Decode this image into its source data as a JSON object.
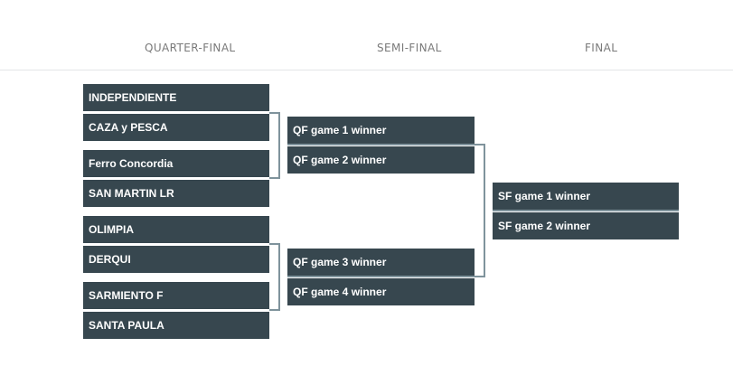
{
  "rounds": {
    "quarter_final": "QUARTER-FINAL",
    "semi_final": "SEMI-FINAL",
    "final": "FINAL"
  },
  "quarter_finals": [
    {
      "top": "INDEPENDIENTE",
      "bottom": "CAZA y PESCA"
    },
    {
      "top": "Ferro Concordia",
      "bottom": "SAN MARTIN LR"
    },
    {
      "top": "OLIMPIA",
      "bottom": "DERQUI"
    },
    {
      "top": "SARMIENTO F",
      "bottom": "SANTA PAULA"
    }
  ],
  "semi_finals": [
    {
      "top": "QF game 1 winner",
      "bottom": "QF game 2 winner"
    },
    {
      "top": "QF game 3 winner",
      "bottom": "QF game 4 winner"
    }
  ],
  "final": {
    "top": "SF game 1 winner",
    "bottom": "SF game 2 winner"
  },
  "colors": {
    "slot": "#37474f",
    "connector": "#7f939c",
    "header_text": "#7a7a7a"
  }
}
